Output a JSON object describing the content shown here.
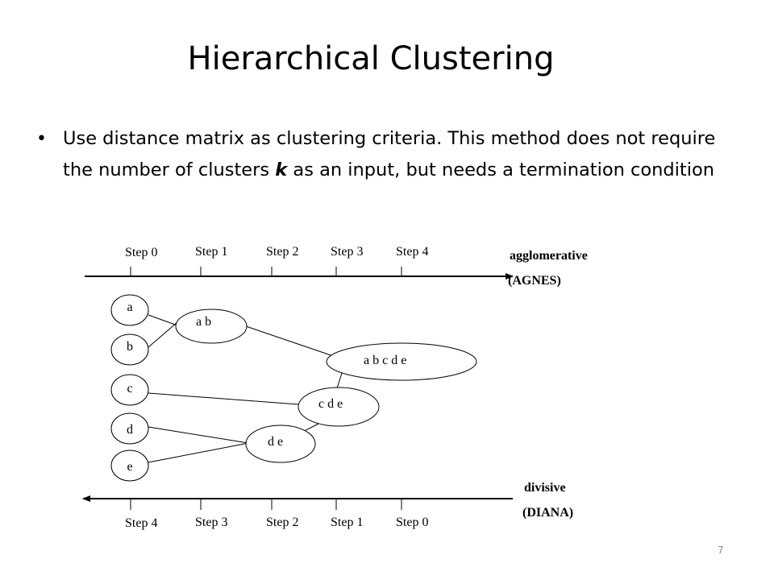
{
  "slide": {
    "title": "Hierarchical Clustering",
    "bullet_before": "Use distance matrix as clustering criteria.  This method does not require the number of clusters ",
    "bullet_emphasis": "k",
    "bullet_after": " as an input, but needs a termination condition",
    "page_number": "7"
  },
  "diagram": {
    "top_axis": {
      "steps": [
        "Step 0",
        "Step 1",
        "Step 2",
        "Step 3",
        "Step 4"
      ],
      "label_line1": "agglomerative",
      "label_line2": "(AGNES)"
    },
    "bottom_axis": {
      "steps": [
        "Step 4",
        "Step 3",
        "Step 2",
        "Step 1",
        "Step 0"
      ],
      "label_line1": "divisive",
      "label_line2": "(DIANA)"
    },
    "leaves": [
      "a",
      "b",
      "c",
      "d",
      "e"
    ],
    "clusters": {
      "ab": "a b",
      "abcde": "a b c d e",
      "cde": "c d e",
      "de": "d e"
    }
  }
}
